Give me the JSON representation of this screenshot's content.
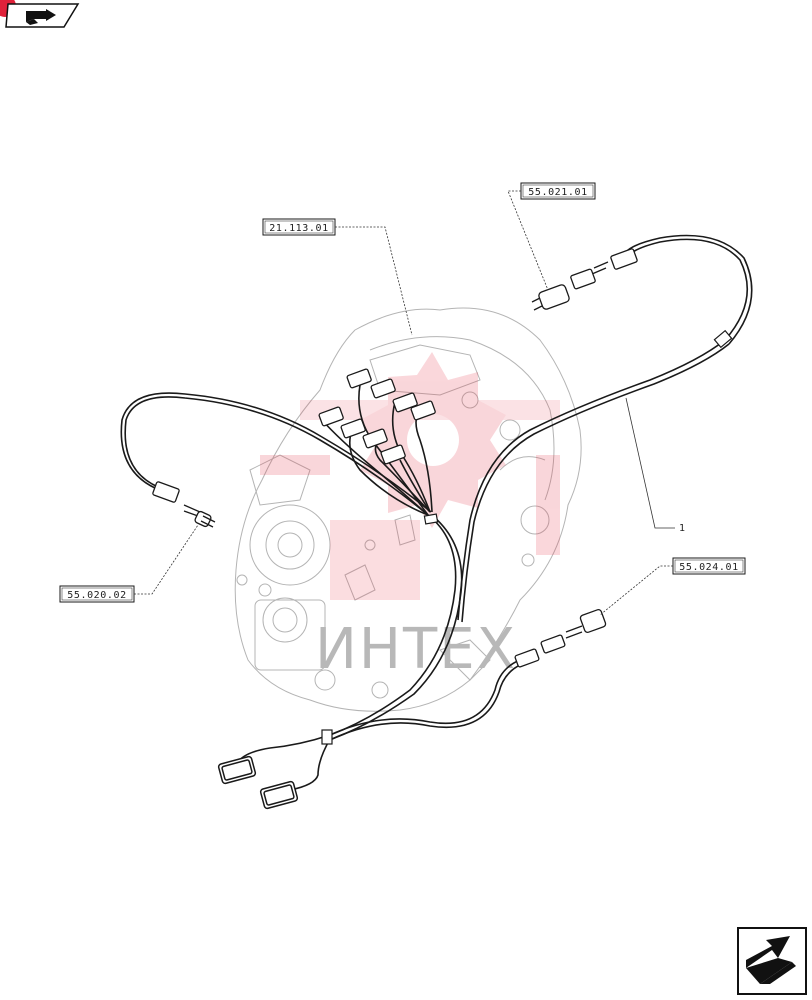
{
  "diagram": {
    "references": {
      "ref_55_021_01": "55.021.01",
      "ref_21_113_01": "21.113.01",
      "ref_55_020_02": "55.020.02",
      "ref_55_024_01": "55.024.01"
    },
    "item_number": "1",
    "watermark_text": "ИНТЕХ"
  },
  "colors": {
    "line": "#1a1a1a",
    "faint_line": "#b0b0b0",
    "watermark": "#e84a5a",
    "corner_badge": "#e0223a"
  },
  "icons": {
    "top_left": "previous-page-icon",
    "bottom_right": "next-page-icon"
  }
}
